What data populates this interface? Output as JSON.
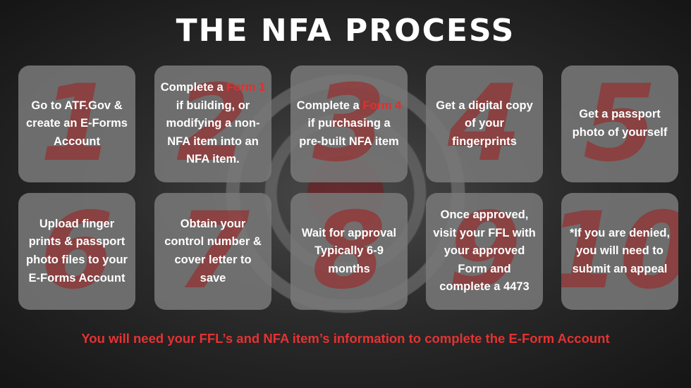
{
  "title": "THE NFA PROCESS",
  "steps": [
    {
      "number": "1",
      "text": "Go to ATF.Gov & create an E-Forms Account"
    },
    {
      "number": "2",
      "pre": "Complete a ",
      "highlight": "Form 1",
      "post": " if building, or modifying a non-NFA item into an NFA item."
    },
    {
      "number": "3",
      "pre": "Complete a ",
      "highlight": "Form 4",
      "post": " if purchasing a pre-built NFA item"
    },
    {
      "number": "4",
      "text": "Get a digital copy of your fingerprints"
    },
    {
      "number": "5",
      "text": "Get a passport photo of yourself"
    },
    {
      "number": "6",
      "text": "Upload finger prints & passport photo files to your E-Forms Account"
    },
    {
      "number": "7",
      "text": "Obtain your control number & cover letter to save"
    },
    {
      "number": "8",
      "text": "Wait for approval Typically 6-9 months"
    },
    {
      "number": "9",
      "text": "Once approved, visit your FFL with your approved Form and complete a 4473"
    },
    {
      "number": "10",
      "text": "*If you are denied, you will need to submit an appeal"
    }
  ],
  "footer": "You will need your FFL’s and NFA item’s information to complete the E-Form Account",
  "colors": {
    "highlight": "#e03030",
    "card": "#787878",
    "footer": "#e63232"
  }
}
